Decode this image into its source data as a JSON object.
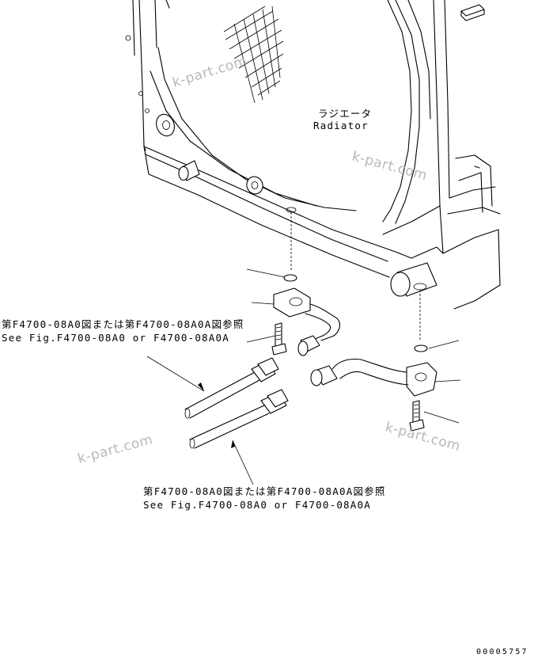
{
  "labels": {
    "radiator_jp": "ラジエータ",
    "radiator_en": "Radiator",
    "ref_upper_jp": "第F4700-08A0図または第F4700-08A0A図参照",
    "ref_upper_en": "See Fig.F4700-08A0 or F4700-08A0A",
    "ref_lower_jp": "第F4700-08A0図または第F4700-08A0A図参照",
    "ref_lower_en": "See Fig.F4700-08A0 or F4700-08A0A"
  },
  "watermarks": [
    "k-part.com",
    "k-part.com",
    "k-part.com",
    "k-part.com"
  ],
  "document_number": "00005757"
}
